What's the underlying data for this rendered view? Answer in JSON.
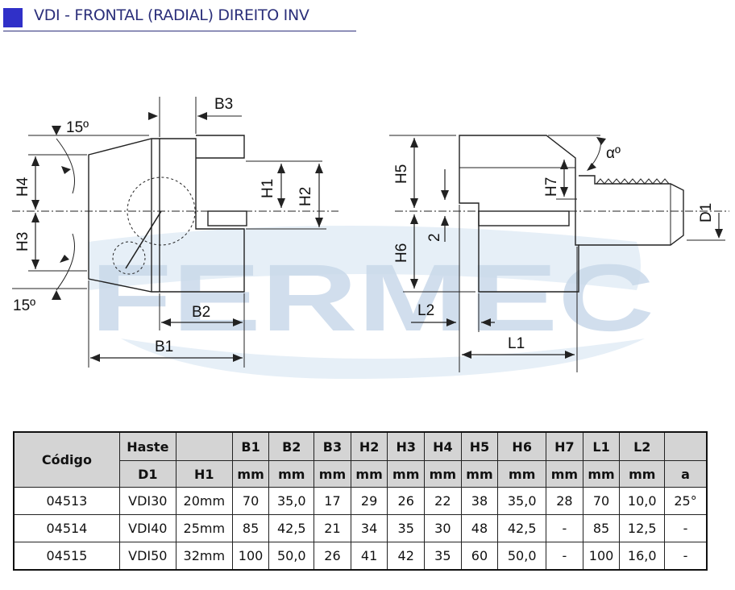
{
  "header": {
    "title": "VDI - FRONTAL (RADIAL) DIREITO INV"
  },
  "watermark": {
    "text": "FERMEC"
  },
  "drawing": {
    "labels": {
      "angle_top": "15º",
      "angle_bottom": "15º",
      "h4": "H4",
      "h3": "H3",
      "b3": "B3",
      "h1": "H1",
      "h2": "H2",
      "b2": "B2",
      "b1": "B1",
      "h5": "H5",
      "h6": "H6",
      "h7": "H7",
      "alpha": "αº",
      "d1": "D1",
      "two": "2",
      "l1": "L1",
      "l2": "L2"
    }
  },
  "table": {
    "head1": [
      "Código",
      "Haste",
      "",
      "B1",
      "B2",
      "B3",
      "H2",
      "H3",
      "H4",
      "H5",
      "H6",
      "H7",
      "L1",
      "L2",
      ""
    ],
    "head2": [
      "D1",
      "H1",
      "mm",
      "mm",
      "mm",
      "mm",
      "mm",
      "mm",
      "mm",
      "mm",
      "mm",
      "mm",
      "mm",
      "a"
    ],
    "rows": [
      [
        "04513",
        "VDI30",
        "20mm",
        "70",
        "35,0",
        "17",
        "29",
        "26",
        "22",
        "38",
        "35,0",
        "28",
        "70",
        "10,0",
        "25°"
      ],
      [
        "04514",
        "VDI40",
        "25mm",
        "85",
        "42,5",
        "21",
        "34",
        "35",
        "30",
        "48",
        "42,5",
        "-",
        "85",
        "12,5",
        "-"
      ],
      [
        "04515",
        "VDI50",
        "32mm",
        "100",
        "50,0",
        "26",
        "41",
        "42",
        "35",
        "60",
        "50,0",
        "-",
        "100",
        "16,0",
        "-"
      ]
    ]
  }
}
